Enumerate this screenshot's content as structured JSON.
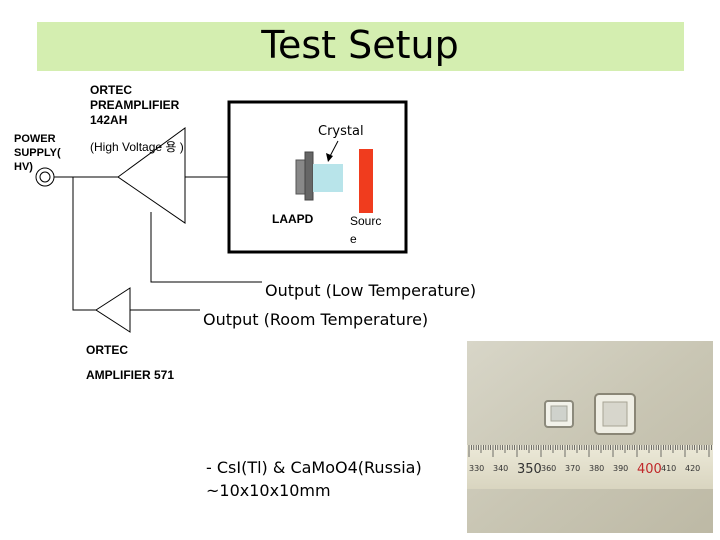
{
  "slide": {
    "title": "Test Setup"
  },
  "labels": {
    "power_supply": "POWER\nSUPPLY(\nHV)",
    "preamp": "ORTEC\nPREAMPLIFIER\n142AH",
    "high_voltage": "(High Voltage 용 )",
    "crystal": "Crystal",
    "laapd": "LAAPD",
    "source": "Sourc\ne",
    "output_low": "Output (Low Temperature)",
    "output_room": "Output (Room Temperature)",
    "amplifier_1": "ORTEC",
    "amplifier_2": "AMPLIFIER 571",
    "crystals_1": "- CsI(Tl) & CaMoO4(Russia)",
    "crystals_2": "~10x10x10mm"
  },
  "photo": {
    "ruler_numbers": [
      "330",
      "340",
      "350",
      "360",
      "370",
      "380",
      "390",
      "400",
      "410",
      "420"
    ]
  },
  "colors": {
    "title_band": "#d4eeb0",
    "source": "#f03c1e",
    "crystal": "#b8e4ea",
    "laapd": "#888888"
  }
}
